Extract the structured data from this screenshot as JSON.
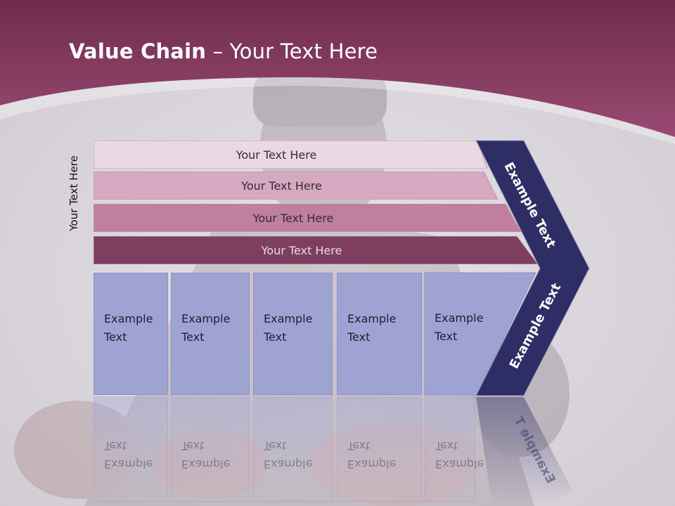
{
  "slide": {
    "title_bold": "Value Chain",
    "title_rest": " – Your Text Here"
  },
  "side_label": "Your Text Here",
  "support_rows": [
    {
      "label": "Your Text Here",
      "color": "#ead9e4"
    },
    {
      "label": "Your Text Here",
      "color": "#d6a9c0"
    },
    {
      "label": "Your Text Here",
      "color": "#c07f9f"
    },
    {
      "label": "Your Text Here",
      "color": "#7e3e60"
    }
  ],
  "primary_boxes": [
    {
      "line1": "Example",
      "line2": "Text"
    },
    {
      "line1": "Example",
      "line2": "Text"
    },
    {
      "line1": "Example",
      "line2": "Text"
    },
    {
      "line1": "Example",
      "line2": "Text"
    },
    {
      "line1": "Example",
      "line2": "Text"
    }
  ],
  "chevron": {
    "upper_text": "Example Text",
    "lower_text": "Example Text",
    "reflection_text": "Example T",
    "color": "#2f2d66"
  },
  "colors": {
    "header": "#8a3d62",
    "box": "#9fa3d2"
  }
}
